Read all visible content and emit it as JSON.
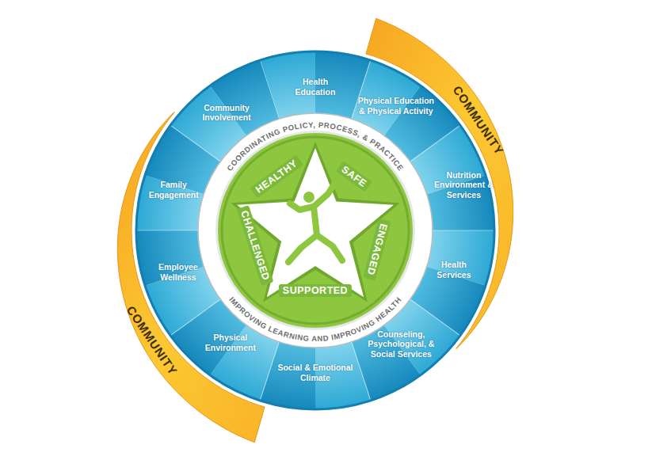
{
  "diagram": {
    "nodes": [
      {
        "text": [
          "Health Education"
        ]
      },
      {
        "text": [
          "Physical Education & Physical Activity"
        ]
      },
      {
        "text": [
          "Nutrition Environment & Services"
        ]
      },
      {
        "text": [
          "Health Services"
        ]
      },
      {
        "text": [
          "Counseling, Psychological, & Social Services"
        ]
      },
      {
        "text": [
          "Social & Emotional Climate"
        ]
      },
      {
        "text": [
          "Physical Environment"
        ]
      },
      {
        "text": [
          "Employee Wellness"
        ]
      },
      {
        "text": [
          "Family Engagement"
        ]
      },
      {
        "text": [
          "Community Involvement"
        ]
      },
      {
        "text": [
          "COORDINATING POLICY, PROCESS, & PRACTICE",
          "IMPROVING LEARNING AND IMPROVING HEALTH"
        ]
      },
      {
        "text": [
          "HEALTHY",
          "SAFE",
          "ENGAGED",
          "SUPPORTED",
          "CHALLENGED"
        ],
        "in": 10
      },
      {
        "text": [
          "COMMUNITY"
        ]
      },
      {
        "text": [
          "COMMUNITY"
        ]
      }
    ]
  }
}
